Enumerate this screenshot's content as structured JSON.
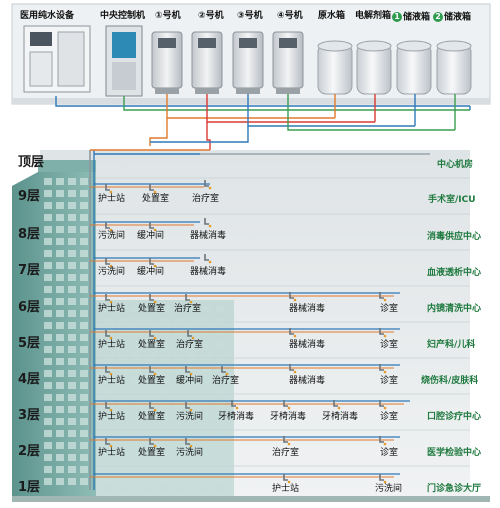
{
  "equipment": [
    {
      "label": "医用纯水设备"
    },
    {
      "label": "中央控制机"
    },
    {
      "label": "①号机"
    },
    {
      "label": "②号机"
    },
    {
      "label": "③号机"
    },
    {
      "label": "④号机"
    },
    {
      "label": "原水箱"
    },
    {
      "label": "电解剂箱"
    },
    {
      "num": "1",
      "label": "储液箱"
    },
    {
      "num": "2",
      "label": "储液箱"
    }
  ],
  "floors": [
    {
      "label": "顶层"
    },
    {
      "label": "9层"
    },
    {
      "label": "8层"
    },
    {
      "label": "7层"
    },
    {
      "label": "6层"
    },
    {
      "label": "5层"
    },
    {
      "label": "4层"
    },
    {
      "label": "3层"
    },
    {
      "label": "2层"
    },
    {
      "label": "1层"
    }
  ],
  "departments": [
    {
      "label": "中心机房"
    },
    {
      "label": "手术室/ICU"
    },
    {
      "label": "消毒供应中心"
    },
    {
      "label": "血液透析中心"
    },
    {
      "label": "内镜清洗中心"
    },
    {
      "label": "妇产科/儿科"
    },
    {
      "label": "烧伤科/皮肤科"
    },
    {
      "label": "口腔诊疗中心"
    },
    {
      "label": "医学检验中心"
    },
    {
      "label": "门诊急诊大厅"
    }
  ],
  "rooms": [
    {
      "label": "护士站"
    },
    {
      "label": "处置室"
    },
    {
      "label": "治疗室"
    },
    {
      "label": "污洗间"
    },
    {
      "label": "缓冲间"
    },
    {
      "label": "器械消毒"
    },
    {
      "label": "污洗间"
    },
    {
      "label": "缓冲间"
    },
    {
      "label": "器械消毒"
    },
    {
      "label": "护士站"
    },
    {
      "label": "处置室"
    },
    {
      "label": "治疗室"
    },
    {
      "label": "器械消毒"
    },
    {
      "label": "诊室"
    },
    {
      "label": "护士站"
    },
    {
      "label": "处置室"
    },
    {
      "label": "治疗室"
    },
    {
      "label": "器械消毒"
    },
    {
      "label": "诊室"
    },
    {
      "label": "护士站"
    },
    {
      "label": "处置室"
    },
    {
      "label": "缓冲间"
    },
    {
      "label": "治疗室"
    },
    {
      "label": "器械消毒"
    },
    {
      "label": "诊室"
    },
    {
      "label": "护士站"
    },
    {
      "label": "处置室"
    },
    {
      "label": "污洗间"
    },
    {
      "label": "牙椅消毒"
    },
    {
      "label": "牙椅消毒"
    },
    {
      "label": "牙椅消毒"
    },
    {
      "label": "诊室"
    },
    {
      "label": "护士站"
    },
    {
      "label": "处置室"
    },
    {
      "label": "污洗间"
    },
    {
      "label": "治疗室"
    },
    {
      "label": "诊室"
    },
    {
      "label": "护士站"
    },
    {
      "label": "污洗间"
    }
  ],
  "colors": {
    "pipe_blue": "#2f79b8",
    "pipe_orange": "#e07a2e",
    "pipe_red": "#d93a32",
    "pipe_green": "#3a9d4f",
    "pipe_gray": "#8a96a0",
    "dept_green": "#1f7a3f",
    "building_teal": "#6fa7a0"
  }
}
